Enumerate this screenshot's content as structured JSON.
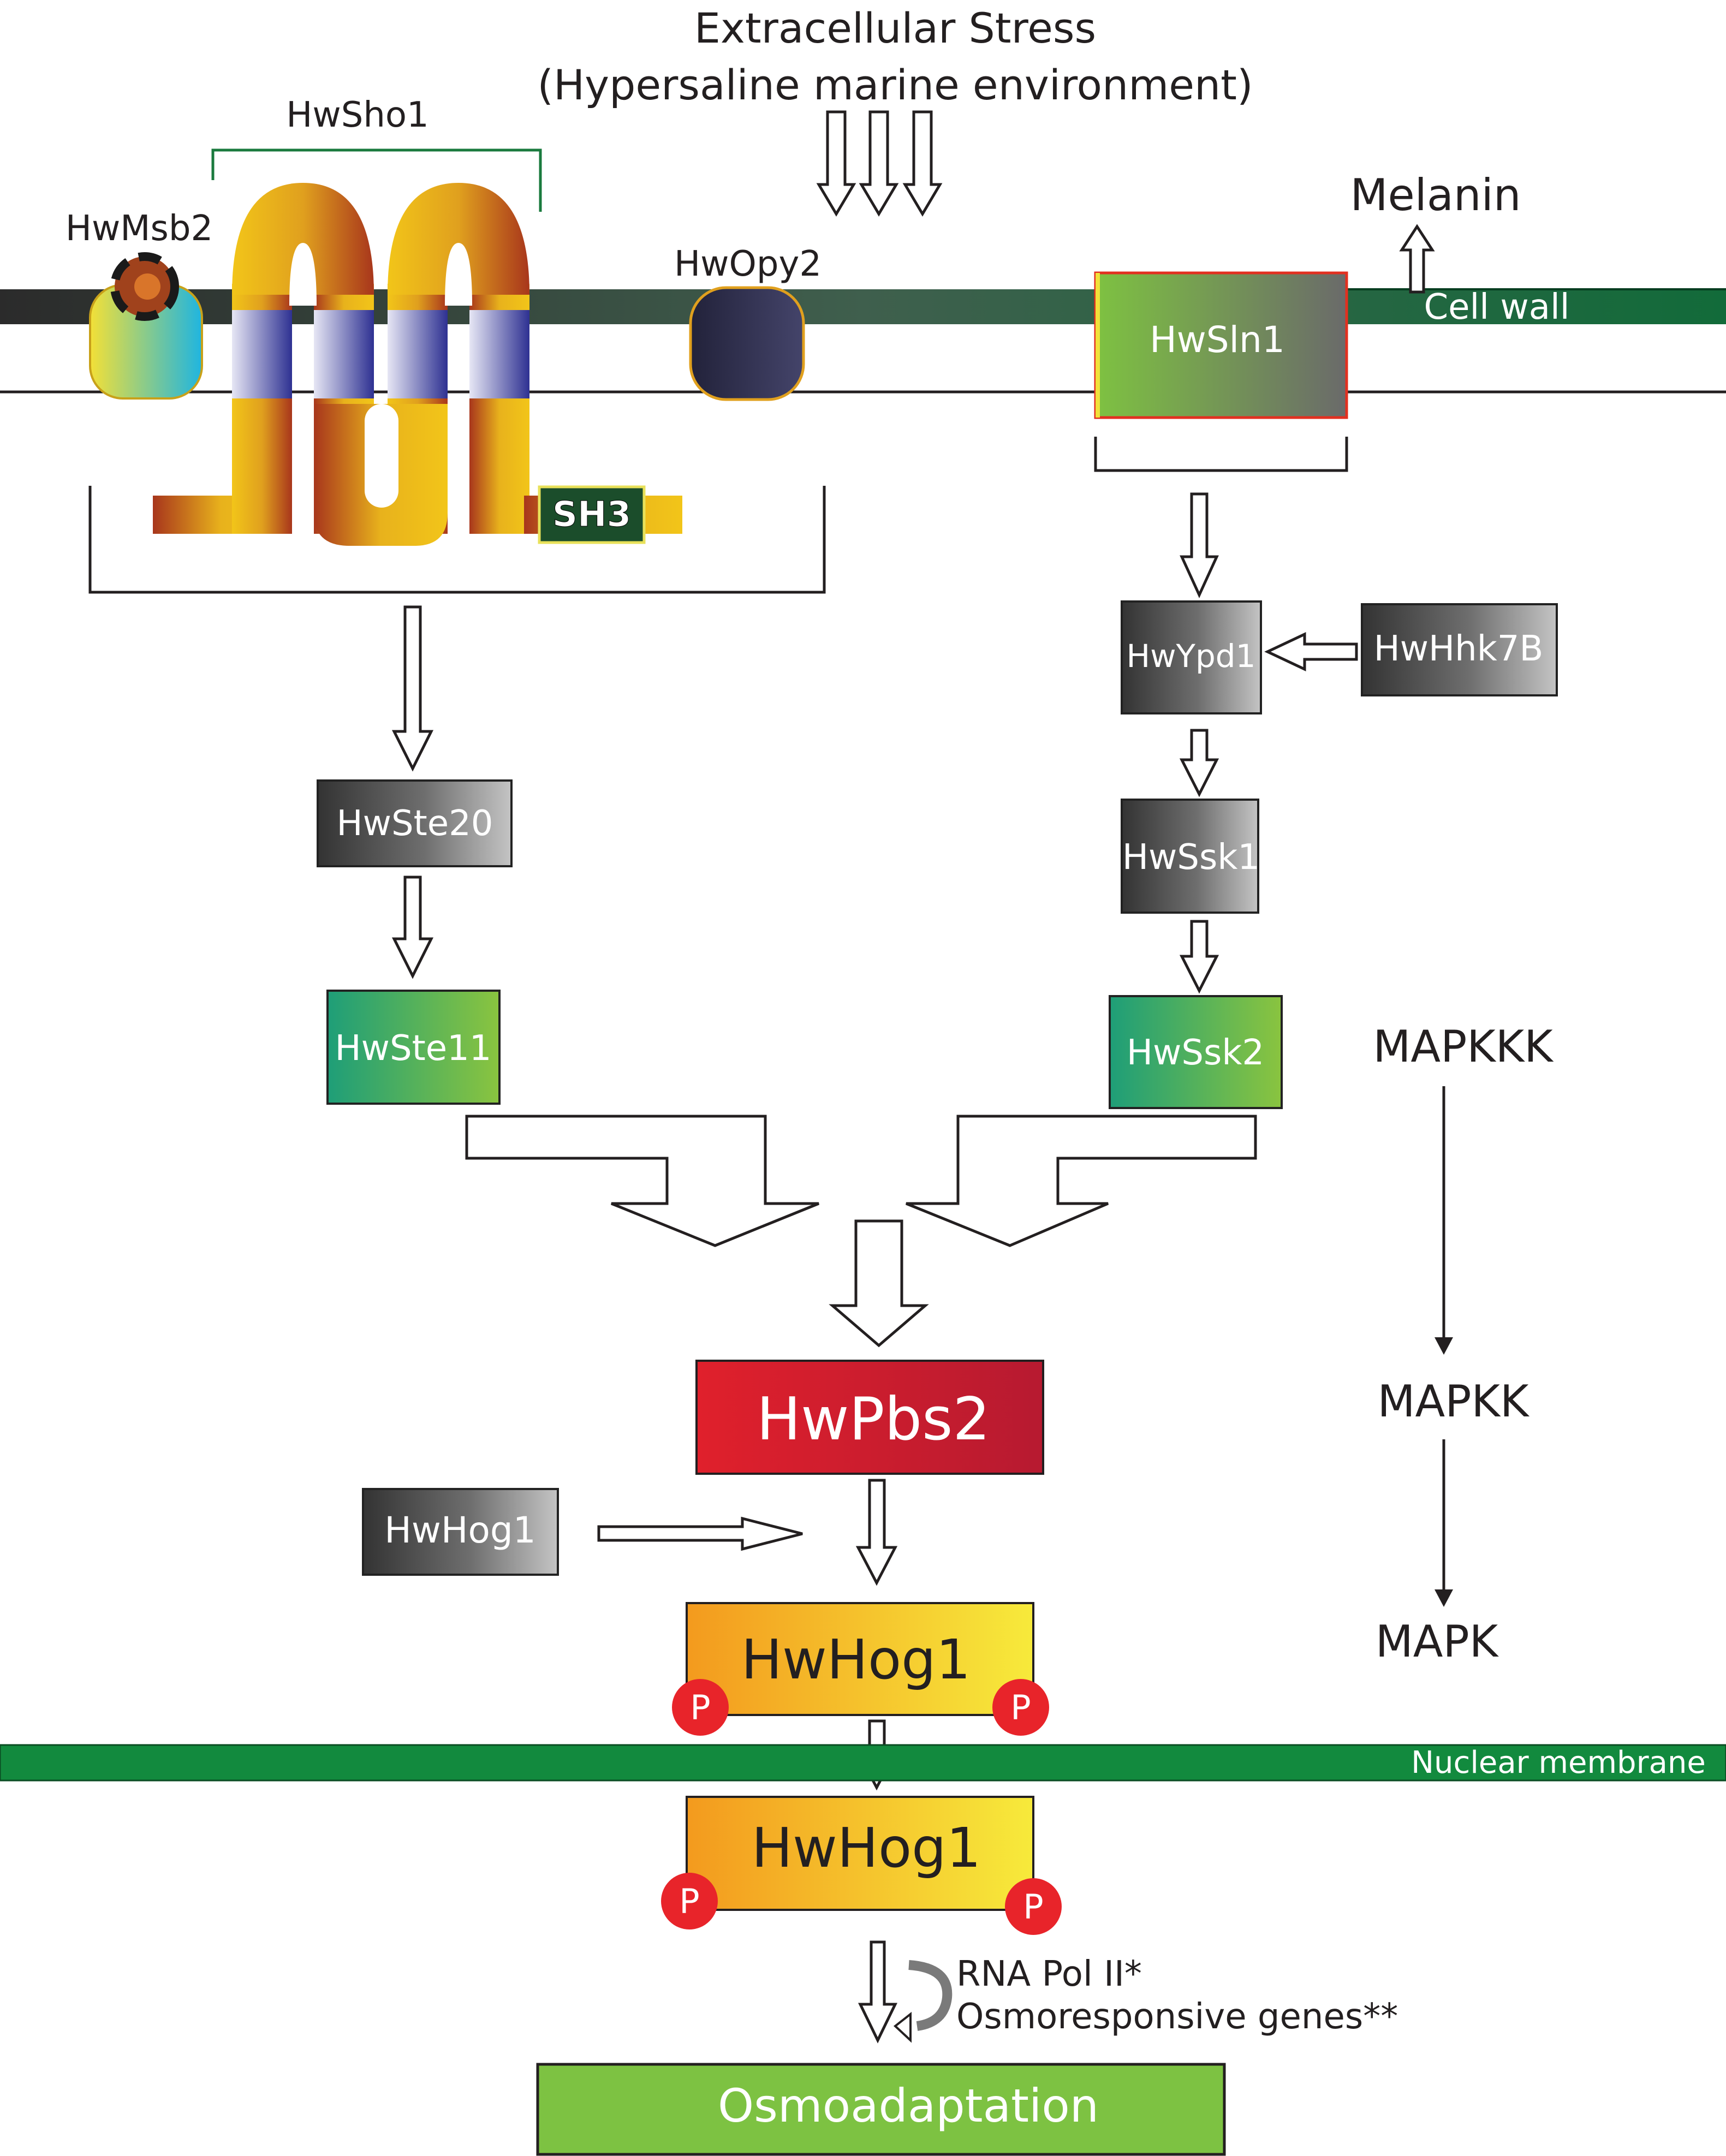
{
  "stress": {
    "line1": "Extracellular Stress",
    "line2": "(Hypersaline marine environment)"
  },
  "membrane": {
    "cell_wall_label": "Cell wall",
    "melanin_label": "Melanin",
    "nuclear_membrane_label": "Nuclear membrane"
  },
  "sensors": {
    "sho1_label": "HwSho1",
    "msb2_label": "HwMsb2",
    "opy2_label": "HwOpy2",
    "sh3_label": "SH3",
    "sln1_label": "HwSln1"
  },
  "sho1_branch": {
    "ste20": "HwSte20",
    "ste11": "HwSte11"
  },
  "sln1_branch": {
    "ypd1": "HwYpd1",
    "hhk7b": "HwHhk7B",
    "ssk1": "HwSsk1",
    "ssk2": "HwSsk2"
  },
  "core": {
    "pbs2": "HwPbs2",
    "hog1_inactive": "HwHog1",
    "hog1_cytoplasm": "HwHog1",
    "hog1_nucleus": "HwHog1",
    "phospho": "P"
  },
  "tiers": {
    "mapkkk": "MAPKKK",
    "mapkk": "MAPKK",
    "mapk": "MAPK"
  },
  "nucleus": {
    "rna_pol": "RNA Pol II*",
    "osmo_genes": "Osmoresponsive genes**",
    "outcome": "Osmoadaptation"
  },
  "colors": {
    "membrane_green": "#1a6b3c",
    "pbs2_red": "#cc1f2d",
    "hog1_orange": "#f39a1e",
    "hog1_yellow": "#f6e43a",
    "ste11_green": "#2fb36a",
    "outcome_green": "#7dc242",
    "phospho_red": "#e8242a",
    "node_dark": "#3a3a3a",
    "node_light": "#b8b8b8"
  }
}
